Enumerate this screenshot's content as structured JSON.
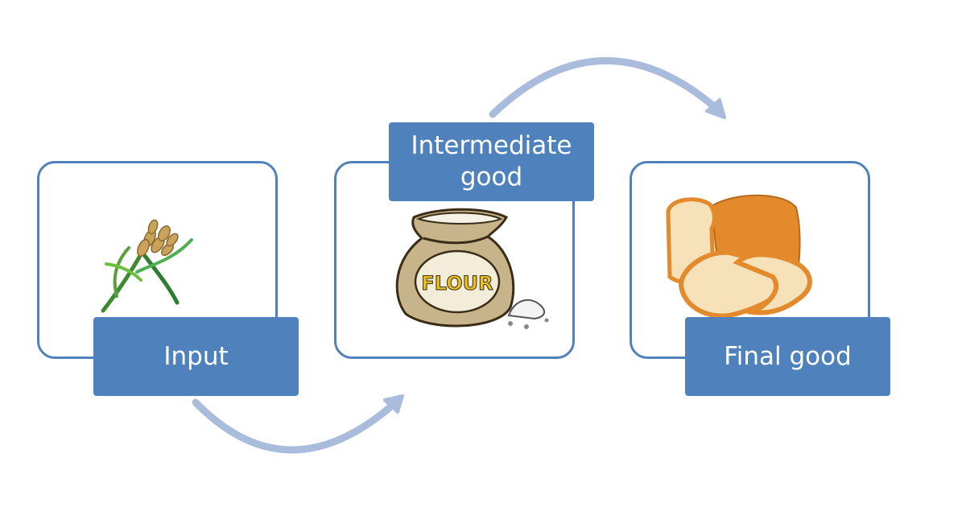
{
  "diagram": {
    "steps": [
      {
        "label": "Input",
        "icon": "wheat-icon"
      },
      {
        "label_line1": "Intermediate",
        "label_line2": "good",
        "icon": "flour-sack-icon"
      },
      {
        "label": "Final good",
        "icon": "bread-loaf-icon"
      }
    ],
    "flour_text": "FLOUR",
    "colors": {
      "frame": "#4f81bd",
      "label_fill": "#4f81bd",
      "label_text": "#ffffff",
      "arrow": "#a9bcdc"
    }
  }
}
